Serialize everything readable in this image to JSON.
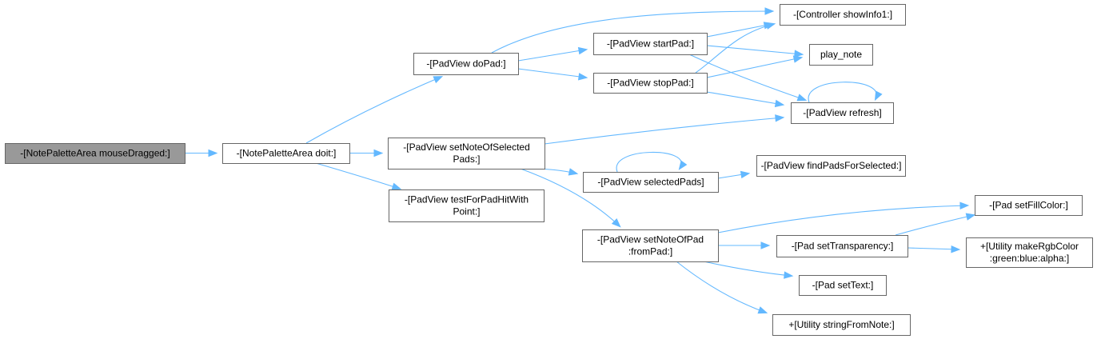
{
  "graph": {
    "edge_color": "#63b8ff",
    "root_fill": "#999999",
    "node_border": "#666666",
    "nodes": [
      {
        "id": "n0",
        "lines": [
          "-[NotePaletteArea mouseDragged:]"
        ]
      },
      {
        "id": "n1",
        "lines": [
          "-[NotePaletteArea doit:]"
        ]
      },
      {
        "id": "n2",
        "lines": [
          "-[PadView doPad:]"
        ]
      },
      {
        "id": "n3",
        "lines": [
          "-[PadView setNoteOfSelected",
          "Pads:]"
        ]
      },
      {
        "id": "n4",
        "lines": [
          "-[PadView testForPadHitWith",
          "Point:]"
        ]
      },
      {
        "id": "n5",
        "lines": [
          "-[PadView startPad:]"
        ]
      },
      {
        "id": "n6",
        "lines": [
          "-[PadView stopPad:]"
        ]
      },
      {
        "id": "n7",
        "lines": [
          "-[Controller showInfo1:]"
        ]
      },
      {
        "id": "n8",
        "lines": [
          "play_note"
        ]
      },
      {
        "id": "n9",
        "lines": [
          "-[PadView refresh]"
        ]
      },
      {
        "id": "n10",
        "lines": [
          "-[PadView selectedPads]"
        ]
      },
      {
        "id": "n11",
        "lines": [
          "-[PadView findPadsForSelected:]"
        ]
      },
      {
        "id": "n12",
        "lines": [
          "-[PadView setNoteOfPad",
          ":fromPad:]"
        ]
      },
      {
        "id": "n13",
        "lines": [
          "-[Pad setFillColor:]"
        ]
      },
      {
        "id": "n14",
        "lines": [
          "-[Pad setTransparency:]"
        ]
      },
      {
        "id": "n15",
        "lines": [
          "+[Utility makeRgbColor",
          ":green:blue:alpha:]"
        ]
      },
      {
        "id": "n16",
        "lines": [
          "-[Pad setText:]"
        ]
      },
      {
        "id": "n17",
        "lines": [
          "+[Utility stringFromNote:]"
        ]
      }
    ],
    "edges": [
      {
        "from": "n0",
        "to": "n1"
      },
      {
        "from": "n1",
        "to": "n2"
      },
      {
        "from": "n1",
        "to": "n3"
      },
      {
        "from": "n1",
        "to": "n4"
      },
      {
        "from": "n2",
        "to": "n7"
      },
      {
        "from": "n2",
        "to": "n5"
      },
      {
        "from": "n2",
        "to": "n6"
      },
      {
        "from": "n5",
        "to": "n7"
      },
      {
        "from": "n5",
        "to": "n8"
      },
      {
        "from": "n5",
        "to": "n9"
      },
      {
        "from": "n6",
        "to": "n7"
      },
      {
        "from": "n6",
        "to": "n8"
      },
      {
        "from": "n6",
        "to": "n9"
      },
      {
        "from": "n9",
        "to": "n9"
      },
      {
        "from": "n3",
        "to": "n9"
      },
      {
        "from": "n3",
        "to": "n10"
      },
      {
        "from": "n3",
        "to": "n12"
      },
      {
        "from": "n10",
        "to": "n10"
      },
      {
        "from": "n10",
        "to": "n11"
      },
      {
        "from": "n12",
        "to": "n13"
      },
      {
        "from": "n12",
        "to": "n14"
      },
      {
        "from": "n12",
        "to": "n16"
      },
      {
        "from": "n12",
        "to": "n17"
      },
      {
        "from": "n14",
        "to": "n13"
      },
      {
        "from": "n14",
        "to": "n15"
      }
    ]
  }
}
